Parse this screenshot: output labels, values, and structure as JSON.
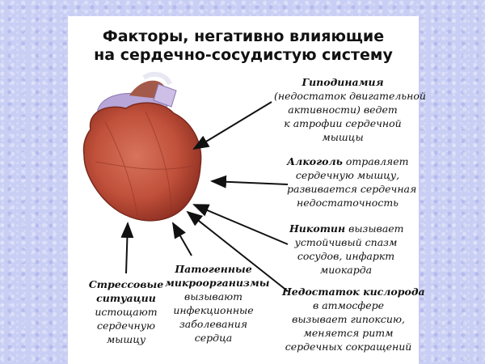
{
  "title": {
    "line1": "Факторы, негативно влияющие",
    "line2": "на сердечно-сосудистую систему"
  },
  "factors": {
    "hypodynamia": {
      "lead": "Гиподинамия",
      "lines": [
        "(недостаток двигательной",
        "активности) ведет",
        "к атрофии сердечной",
        "мышцы"
      ]
    },
    "alcohol": {
      "lead": "Алкоголь",
      "lead_tail": " отравляет",
      "lines": [
        "сердечную мышцу,",
        "развивается сердечная",
        "недостаточность"
      ]
    },
    "nicotine": {
      "lead": "Никотин",
      "lead_tail": " вызывает",
      "lines": [
        "устойчивый спазм",
        "сосудов, инфаркт",
        "миокарда"
      ]
    },
    "oxygen": {
      "lead": "Недостаток кислорода",
      "lines": [
        "в атмосфере",
        "вызывает гипоксию,",
        "меняется ритм",
        "сердечных сокращений"
      ]
    },
    "microorganisms": {
      "lead1": "Патогенные",
      "lead2": "микроорганизмы",
      "lines": [
        "вызывают",
        "инфекционные",
        "заболевания",
        "сердца"
      ]
    },
    "stress": {
      "lead1": "Стрессовые",
      "lead2": "ситуации",
      "lines": [
        "истощают",
        "сердечную",
        "мышцу"
      ]
    }
  },
  "colors": {
    "heart": "#c0503a",
    "vessel": "#b8a6d8",
    "arrow": "#111111",
    "background": "#c9cef4"
  }
}
